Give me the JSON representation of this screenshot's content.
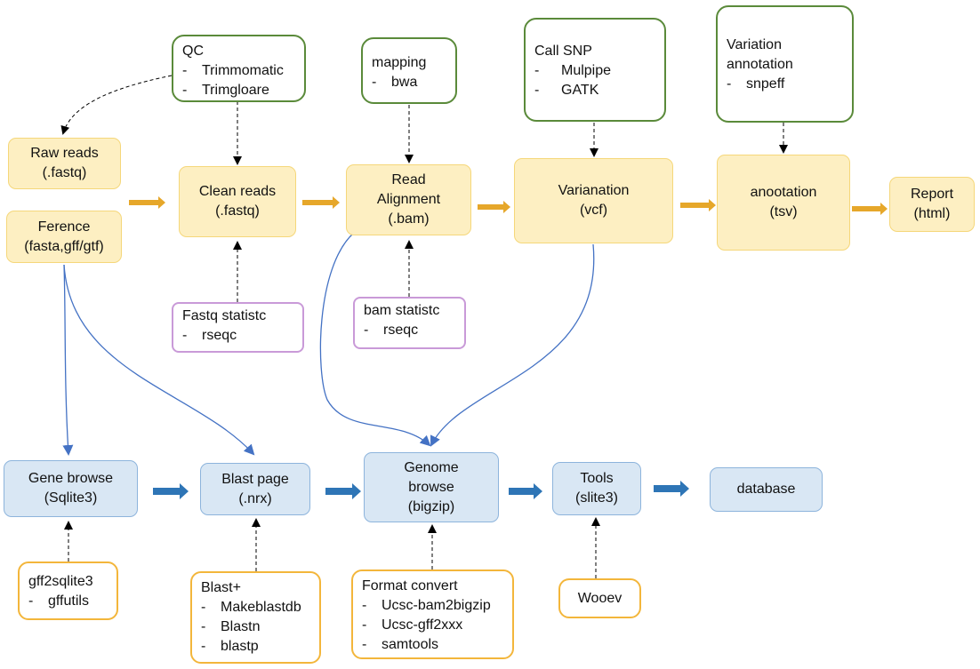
{
  "pipeline": {
    "raw_reads": [
      "Raw reads",
      "(.fastq)"
    ],
    "reference": [
      "Ference",
      "(fasta,gff/gtf)"
    ],
    "clean_reads": [
      "Clean reads",
      "(.fastq)"
    ],
    "read_alignment": [
      "Read",
      "Alignment",
      "(.bam)"
    ],
    "variation": [
      "Varianation",
      "(vcf)"
    ],
    "annotation": [
      "anootation",
      "(tsv)"
    ],
    "report": [
      "Report",
      "(html)"
    ]
  },
  "tools_top": {
    "qc": {
      "title": "QC",
      "items": [
        "Trimmomatic",
        "Trimgloare"
      ]
    },
    "mapping": {
      "title": "mapping",
      "items": [
        "bwa"
      ]
    },
    "call_snp": {
      "title": "Call SNP",
      "items": [
        "Mulpipe",
        "GATK"
      ]
    },
    "variation_annotation": {
      "title": [
        "Variation",
        "annotation"
      ],
      "items": [
        "snpeff"
      ]
    }
  },
  "stats": {
    "fastq": {
      "title": "Fastq statistc",
      "items": [
        "rseqc"
      ]
    },
    "bam": {
      "title": "bam statistc",
      "items": [
        "rseqc"
      ]
    }
  },
  "web": {
    "gene_browse": [
      "Gene browse",
      "(Sqlite3)"
    ],
    "blast_page": [
      "Blast page",
      "(.nrx)"
    ],
    "genome_browse": [
      "Genome",
      "browse",
      "(bigzip)"
    ],
    "tools": [
      "Tools",
      "(slite3)"
    ],
    "database": [
      "database"
    ]
  },
  "tools_bottom": {
    "gff2sqlite3": {
      "title": "gff2sqlite3",
      "items": [
        "gffutils"
      ]
    },
    "blast_plus": {
      "title": "Blast+",
      "items": [
        "Makeblastdb",
        "Blastn",
        "blastp"
      ]
    },
    "format_convert": {
      "title": "Format convert",
      "items": [
        "Ucsc-bam2bigzip",
        "Ucsc-gff2xxx",
        "samtools"
      ]
    },
    "wooev": {
      "title": "Wooev"
    }
  },
  "dash": "-",
  "colors": {
    "pipeline_fill": "#fdefc2",
    "pipeline_border": "#f5d77a",
    "pipeline_arrow": "#e0a11b",
    "web_fill": "#d9e7f4",
    "web_border": "#8db4dc",
    "web_arrow": "#2e75b6",
    "tool_border_green": "#5a8a3a",
    "stat_border_purple": "#c99ad8",
    "tool_border_orange": "#f3b63b",
    "flow_line_blue": "#4472c4"
  }
}
